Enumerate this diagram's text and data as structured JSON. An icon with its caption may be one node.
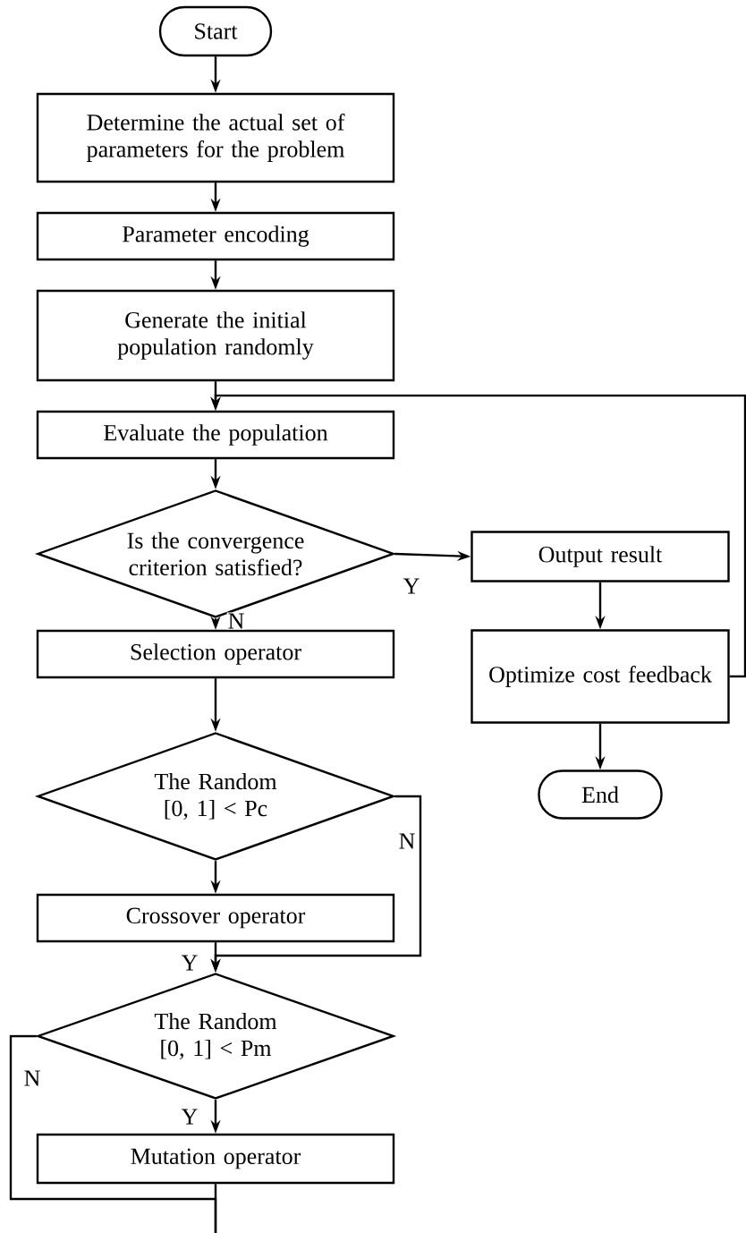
{
  "diagram": {
    "nodes": [
      {
        "text": [
          "Start"
        ]
      },
      {
        "text": [
          "Determine the actual set of parameters for the problem"
        ]
      },
      {
        "text": [
          "Parameter encoding"
        ]
      },
      {
        "text": [
          "Generate the initial population randomly"
        ]
      },
      {
        "text": [
          "Evaluate the population"
        ]
      },
      {
        "text": [
          "Is the convergence criterion satisfied?"
        ]
      },
      {
        "text": [
          "Output result"
        ]
      },
      {
        "text": [
          "Optimize cost feedback"
        ]
      },
      {
        "text": [
          "End"
        ]
      },
      {
        "text": [
          "Selection operator"
        ]
      },
      {
        "text": [
          "The Random [0, 1] < Pc"
        ]
      },
      {
        "text": [
          "Crossover operator"
        ]
      },
      {
        "text": [
          "The Random [0, 1] < Pm"
        ]
      },
      {
        "text": [
          "Mutation operator"
        ]
      }
    ],
    "edges": [
      {
        "from": 0,
        "to": 1,
        "arrow": "to"
      },
      {
        "from": 1,
        "to": 2,
        "arrow": "to"
      },
      {
        "from": 2,
        "to": 3,
        "arrow": "to"
      },
      {
        "from": 3,
        "to": 4,
        "arrow": "to"
      },
      {
        "from": 4,
        "to": 5,
        "arrow": "to"
      },
      {
        "from": 5,
        "to": 6,
        "arrow": "to",
        "label": "Y"
      },
      {
        "from": 6,
        "to": 7,
        "arrow": "to"
      },
      {
        "from": 7,
        "to": 8,
        "arrow": "to"
      },
      {
        "from": 7,
        "to": 4,
        "arrow": "to"
      },
      {
        "from": 5,
        "to": 9,
        "arrow": "to",
        "label": "N"
      },
      {
        "from": 9,
        "to": 10,
        "arrow": "to"
      },
      {
        "from": 10,
        "to": 11,
        "arrow": "to"
      },
      {
        "from": 10,
        "to": 12,
        "arrow": "to",
        "label": "N"
      },
      {
        "from": 11,
        "to": 12,
        "arrow": "to",
        "label": "Y"
      },
      {
        "from": 12,
        "to": 13,
        "arrow": "to",
        "label": "Y"
      },
      {
        "from": 12,
        "to": null,
        "arrow": "none",
        "label": "N"
      },
      {
        "from": 13,
        "to": null,
        "arrow": "none"
      }
    ]
  }
}
